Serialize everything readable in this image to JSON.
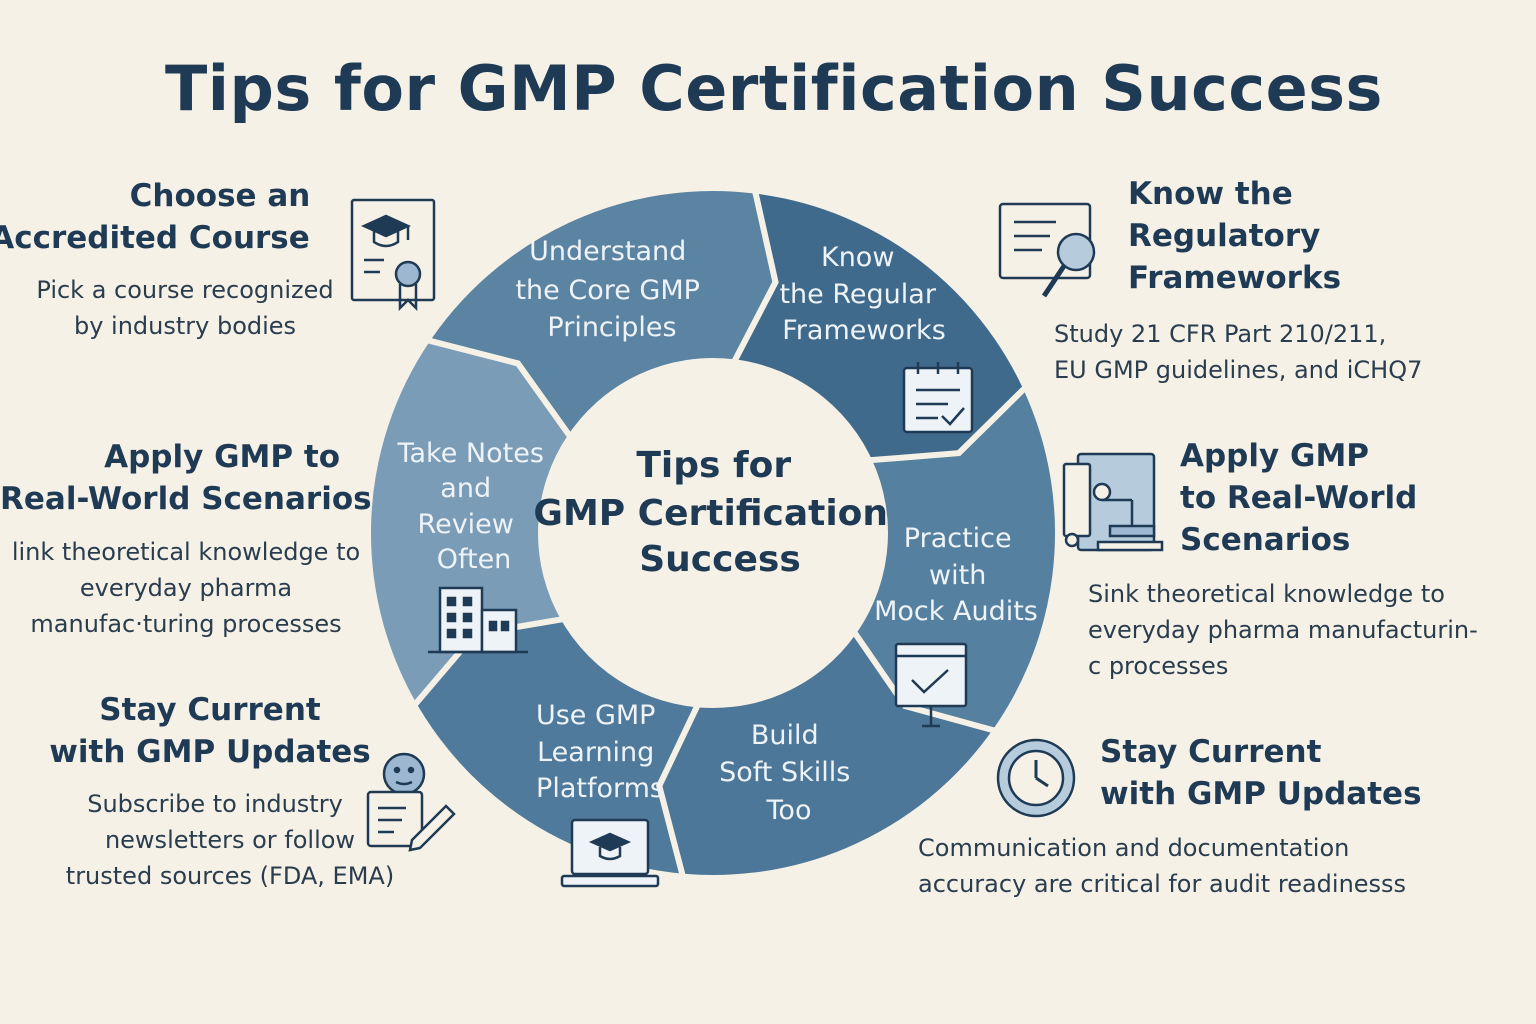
{
  "title": "Tips for GMP Certification Success",
  "center": [
    "Tips for",
    "GMP Certification",
    "Success"
  ],
  "segments": [
    {
      "lines": [
        "Understand",
        "the Core GMP",
        "Principles"
      ]
    },
    {
      "lines": [
        "Know",
        "the Regular",
        "Frameworks"
      ]
    },
    {
      "lines": [
        "Practice",
        "with",
        "Mock Audits"
      ]
    },
    {
      "lines": [
        "Build",
        "Soft Skills",
        "Too"
      ]
    },
    {
      "lines": [
        "Use GMP",
        "Learning",
        "Platforms"
      ]
    },
    {
      "lines": [
        "Take Notes",
        "and",
        "Review",
        "Often"
      ]
    }
  ],
  "left": [
    {
      "heading": [
        "Choose an",
        "Accredited Course"
      ],
      "text": [
        "Pick a course recognized",
        "by industry bodies"
      ],
      "icon": "certificate-icon"
    },
    {
      "heading": [
        "Apply GMP to",
        "Real-World Scenarios"
      ],
      "text": [
        "link theoretical knowledge to",
        "everyday pharma",
        "manufac·turing processes"
      ],
      "icon": "none"
    },
    {
      "heading": [
        "Stay Current",
        "with GMP Updates"
      ],
      "text": [
        "Subscribe to industry",
        "newsletters or follow",
        "trusted sources (FDA, EMA)"
      ],
      "icon": "newsletter-icon"
    }
  ],
  "right": [
    {
      "heading": [
        "Know the",
        "Regulatory",
        "Frameworks"
      ],
      "text": [
        "Study 21 CFR Part 210/211,",
        "EU GMP guidelines, and iCHQ7"
      ],
      "icon": "document-search-icon"
    },
    {
      "heading": [
        "Apply GMP",
        "to Real-World",
        "Scenarios"
      ],
      "text": [
        "Sink theoretical knowledge to",
        "everyday pharma manufacturin-",
        "c processes"
      ],
      "icon": "lab-equipment-icon"
    },
    {
      "heading": [
        "Stay Current",
        "with GMP Updates"
      ],
      "text": [
        "Communication and documentation",
        "accuracy are critical for audit readinesss"
      ],
      "icon": "clock-icon"
    }
  ],
  "colors": {
    "background": "#f6f1e6",
    "ring_dark": "#3f6a8c",
    "ring_mid": "#56809f",
    "ring_light": "#7a9cb6",
    "text_dark": "#1e3a55"
  }
}
